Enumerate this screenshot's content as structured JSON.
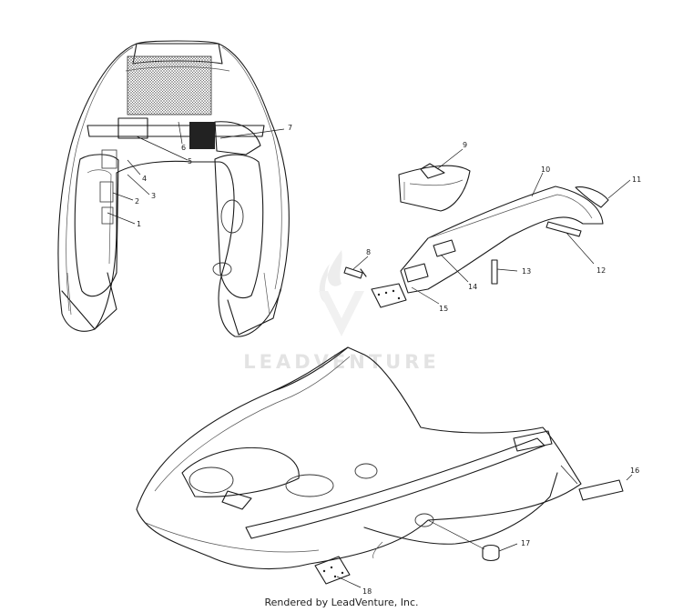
{
  "watermark": "LEADVENTURE",
  "footer": "Rendered by LeadVenture, Inc.",
  "callouts": [
    "1",
    "2",
    "3",
    "4",
    "5",
    "6",
    "7",
    "8",
    "9",
    "10",
    "11",
    "12",
    "13",
    "14",
    "15",
    "16",
    "17",
    "18"
  ]
}
